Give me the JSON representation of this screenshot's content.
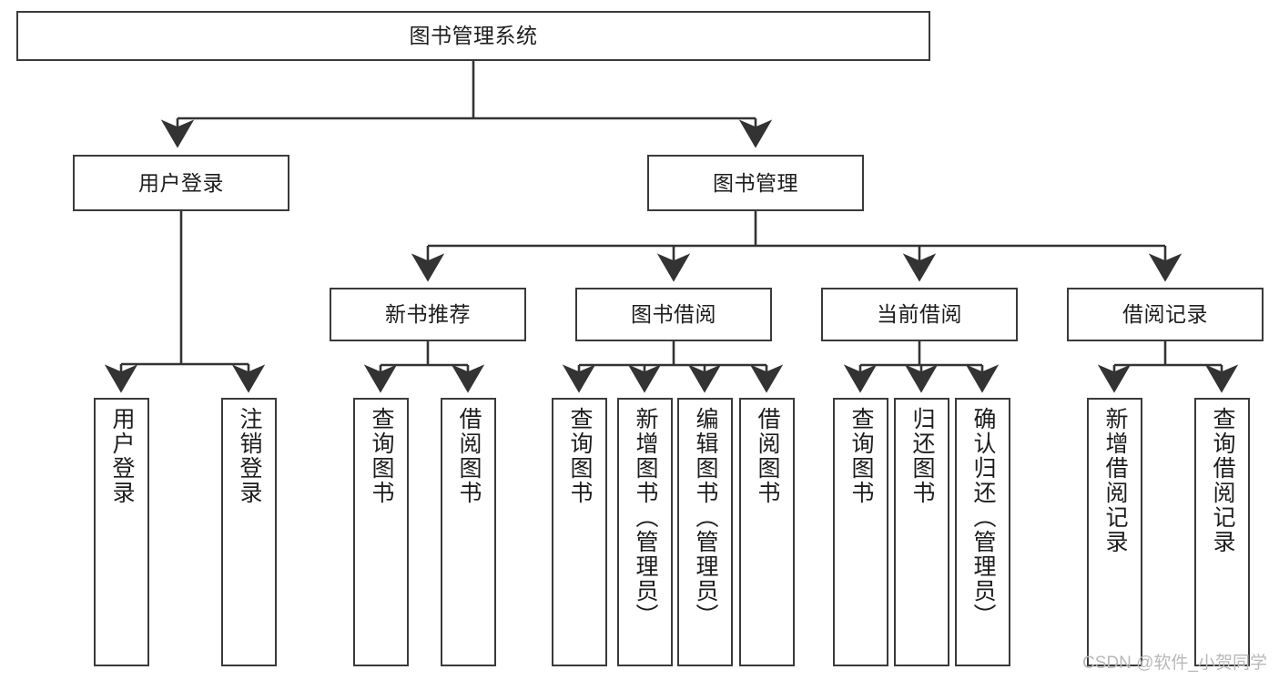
{
  "diagram": {
    "type": "tree-hierarchy-chart",
    "title": "图书管理系统",
    "watermark": "CSDN @软件_小贺同学",
    "colors": {
      "box_border": "#3a3a3a",
      "box_fill": "#ffffff",
      "connector": "#333333",
      "text": "#1d1d1d",
      "watermark": "#b9b9b9",
      "background": "#ffffff"
    },
    "nodes": {
      "root": {
        "label": "图书管理系统"
      },
      "level2": [
        {
          "id": "user-login",
          "label": "用户登录"
        },
        {
          "id": "book-management",
          "label": "图书管理"
        }
      ],
      "level3": [
        {
          "id": "new-book-recommend",
          "label": "新书推荐"
        },
        {
          "id": "book-borrow",
          "label": "图书借阅"
        },
        {
          "id": "current-borrow",
          "label": "当前借阅"
        },
        {
          "id": "borrow-record",
          "label": "借阅记录"
        }
      ],
      "leaves": {
        "user-login": [
          {
            "id": "leaf-user-login",
            "label": "用户登录"
          },
          {
            "id": "leaf-logout-login",
            "label": "注销登录"
          }
        ],
        "new-book-recommend": [
          {
            "id": "leaf-query-book-1",
            "label": "查询图书"
          },
          {
            "id": "leaf-borrow-book-1",
            "label": "借阅图书"
          }
        ],
        "book-borrow": [
          {
            "id": "leaf-query-book-2",
            "label": "查询图书"
          },
          {
            "id": "leaf-add-book",
            "label": "新增图书（管理员）"
          },
          {
            "id": "leaf-edit-book",
            "label": "编辑图书（管理员）"
          },
          {
            "id": "leaf-borrow-book-2",
            "label": "借阅图书"
          }
        ],
        "current-borrow": [
          {
            "id": "leaf-query-book-3",
            "label": "查询图书"
          },
          {
            "id": "leaf-return-book",
            "label": "归还图书"
          },
          {
            "id": "leaf-confirm-return",
            "label": "确认归还（管理员）"
          }
        ],
        "borrow-record": [
          {
            "id": "leaf-add-record",
            "label": "新增借阅记录"
          },
          {
            "id": "leaf-query-record",
            "label": "查询借阅记录"
          }
        ]
      }
    }
  }
}
